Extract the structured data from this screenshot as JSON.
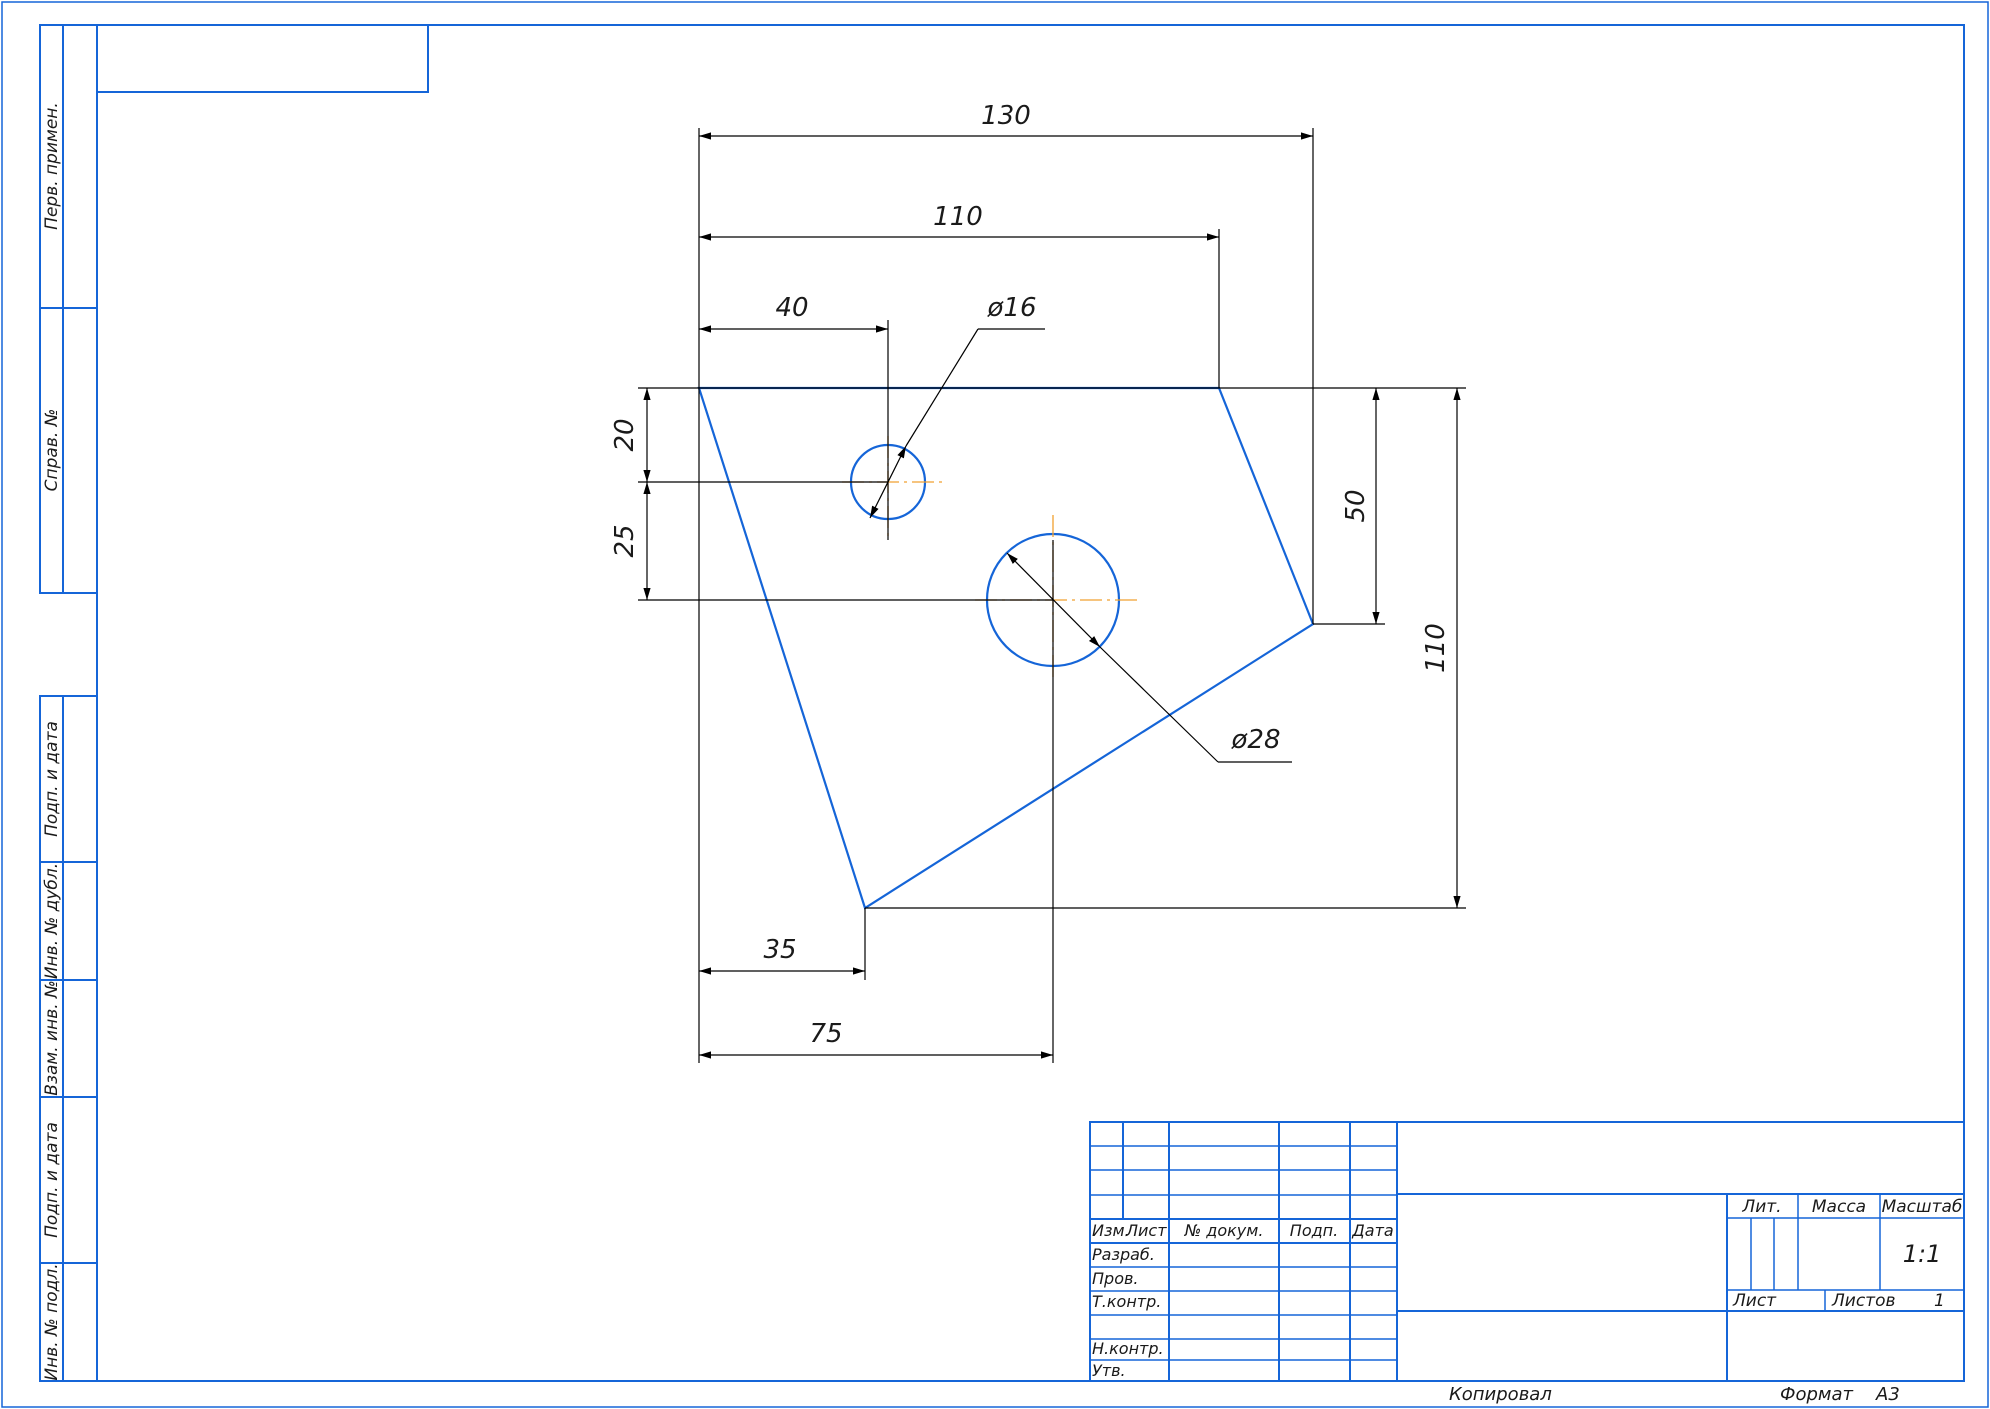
{
  "stamp_left": {
    "perv_primen": "Перв. примен.",
    "sprav_no": "Справ. №",
    "podp_data_1": "Подп. и дата",
    "inv_no_dubl": "Инв. № дубл.",
    "vzam_inv_no": "Взам. инв. №",
    "podp_data_2": "Подп. и дата",
    "inv_no_podl": "Инв. № подл."
  },
  "dimensions": {
    "d130": "130",
    "d110_top": "110",
    "d40": "40",
    "d20": "20",
    "d25": "25",
    "d50": "50",
    "d110_right": "110",
    "d35": "35",
    "d75": "75",
    "dia16": "ø16",
    "dia28": "ø28"
  },
  "title_block": {
    "col_izm": "Изм.",
    "col_list": "Лист",
    "col_doc_no": "№ докум.",
    "col_podp": "Подп.",
    "col_data": "Дата",
    "row_razrab": "Разраб.",
    "row_prov": "Пров.",
    "row_tkontr": "Т.контр.",
    "row_nkontr": "Н.контр.",
    "row_utv": "Утв.",
    "lit": "Лит.",
    "massa": "Масса",
    "masshtab": "Масштаб",
    "scale_value": "1:1",
    "sheet_label": "Лист",
    "sheets_label": "Листов",
    "sheets_count": "1"
  },
  "footer": {
    "kopiroval": "Копировал",
    "format_label": "Формат",
    "format_value": "A3"
  },
  "colors": {
    "frame": "#1565d8",
    "dimension": "#000000",
    "axis": "#f0a030"
  }
}
